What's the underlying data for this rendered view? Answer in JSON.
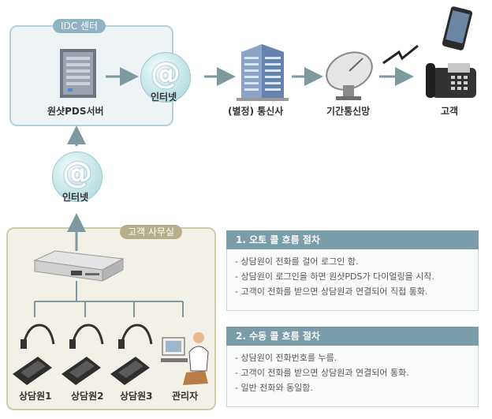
{
  "idc": {
    "title": "IDC 센터",
    "server_label": "원샷PDS서버",
    "internet_label": "인터넷"
  },
  "internet2_label": "인터넷",
  "carrier_label": "(별정) 통신사",
  "backbone_label": "기간통신망",
  "customer_label": "고객",
  "office": {
    "title": "고객 사무실",
    "agents": [
      "상담원1",
      "상담원2",
      "상담원3"
    ],
    "manager_label": "관리자"
  },
  "procedures": [
    {
      "title": "1. 오토 콜 흐름 절차",
      "items": [
        "- 상담원이 전화를 걸어 로그인 함.",
        "- 상담원이 로그인을 하면 원샷PDS가 다이얼링을 시작.",
        "- 고객이 전화를 받으면 상담원과 연결되어 직접 통화."
      ]
    },
    {
      "title": "2. 수동 콜 흐름 절차",
      "items": [
        "- 상담원이 전화번호를 누름.",
        "- 고객이 전화를 받으면 상담원과 연결되어 통화.",
        "- 일반 전화와 동일함."
      ]
    }
  ],
  "colors": {
    "arrow": "#7d9aa0",
    "idc_border": "#b7cfd8",
    "office_border": "#cfcba8",
    "panel_header": "#7a9daa"
  }
}
